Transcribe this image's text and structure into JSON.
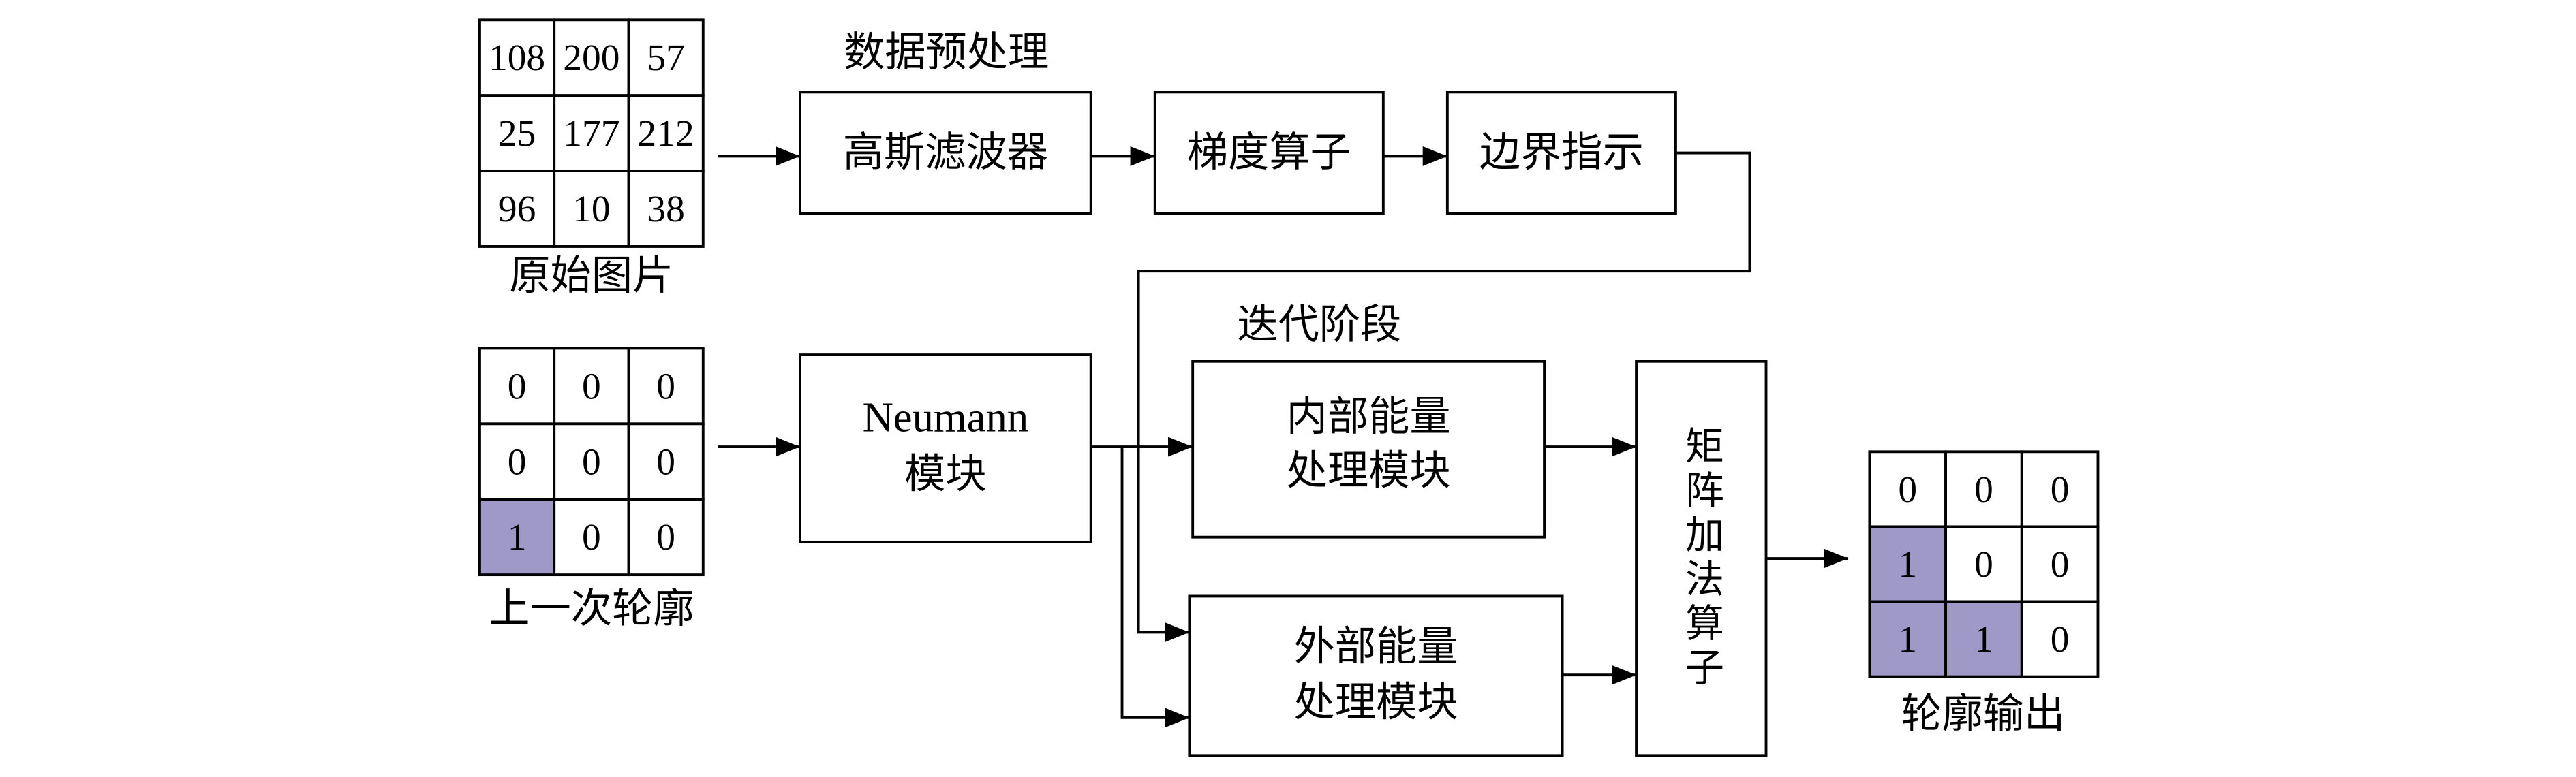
{
  "figure": {
    "original_image": {
      "label": "原始图片",
      "grid": [
        [
          108,
          200,
          57
        ],
        [
          25,
          177,
          212
        ],
        [
          96,
          10,
          38
        ]
      ]
    },
    "previous_contour": {
      "label": "上一次轮廓",
      "grid": [
        [
          0,
          0,
          0
        ],
        [
          0,
          0,
          0
        ],
        [
          1,
          0,
          0
        ]
      ]
    },
    "output_contour": {
      "label": "轮廓输出",
      "grid": [
        [
          0,
          0,
          0
        ],
        [
          1,
          0,
          0
        ],
        [
          1,
          1,
          0
        ]
      ]
    },
    "preprocessing": {
      "label": "数据预处理",
      "gaussian_filter": "高斯滤波器",
      "gradient_operator": "梯度算子",
      "edge_indicator": "边界指示"
    },
    "iteration": {
      "label": "迭代阶段",
      "neumann": [
        "Neumann",
        "模块"
      ],
      "internal_energy": [
        "内部能量",
        "处理模块"
      ],
      "external_energy": [
        "外部能量",
        "处理模块"
      ],
      "matrix_addition": "矩阵加法算子"
    }
  },
  "colors": {
    "line": "#000000",
    "highlight": "#9e99c6",
    "background": "#ffffff"
  }
}
